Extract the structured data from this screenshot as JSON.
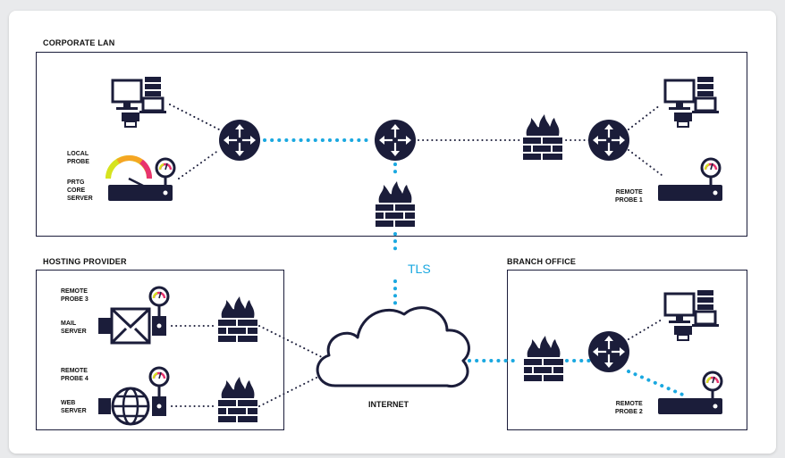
{
  "regions": {
    "corporate_lan": "CORPORATE LAN",
    "hosting_provider": "HOSTING PROVIDER",
    "branch_office": "BRANCH OFFICE"
  },
  "labels": {
    "local_probe": "LOCAL\nPROBE",
    "prtg_core_server": "PRTG\nCORE\nSERVER",
    "remote_probe_1": "REMOTE\nPROBE 1",
    "remote_probe_2": "REMOTE\nPROBE 2",
    "remote_probe_3": "REMOTE\nPROBE 3",
    "remote_probe_4": "REMOTE\nPROBE 4",
    "mail_server": "MAIL\nSERVER",
    "web_server": "WEB\nSERVER",
    "tls": "TLS",
    "internet": "INTERNET"
  },
  "colors": {
    "navy": "#1b1d3a",
    "accent_blue": "#1aa8e0",
    "gauge_pink": "#e8336e",
    "gauge_orange": "#f5a623",
    "gauge_yellow": "#d6e31f"
  },
  "icons": [
    "router-icon",
    "firewall-icon",
    "workstation-icon",
    "server-icon",
    "probe-gauge-icon",
    "cloud-icon",
    "mail-icon",
    "globe-icon"
  ]
}
